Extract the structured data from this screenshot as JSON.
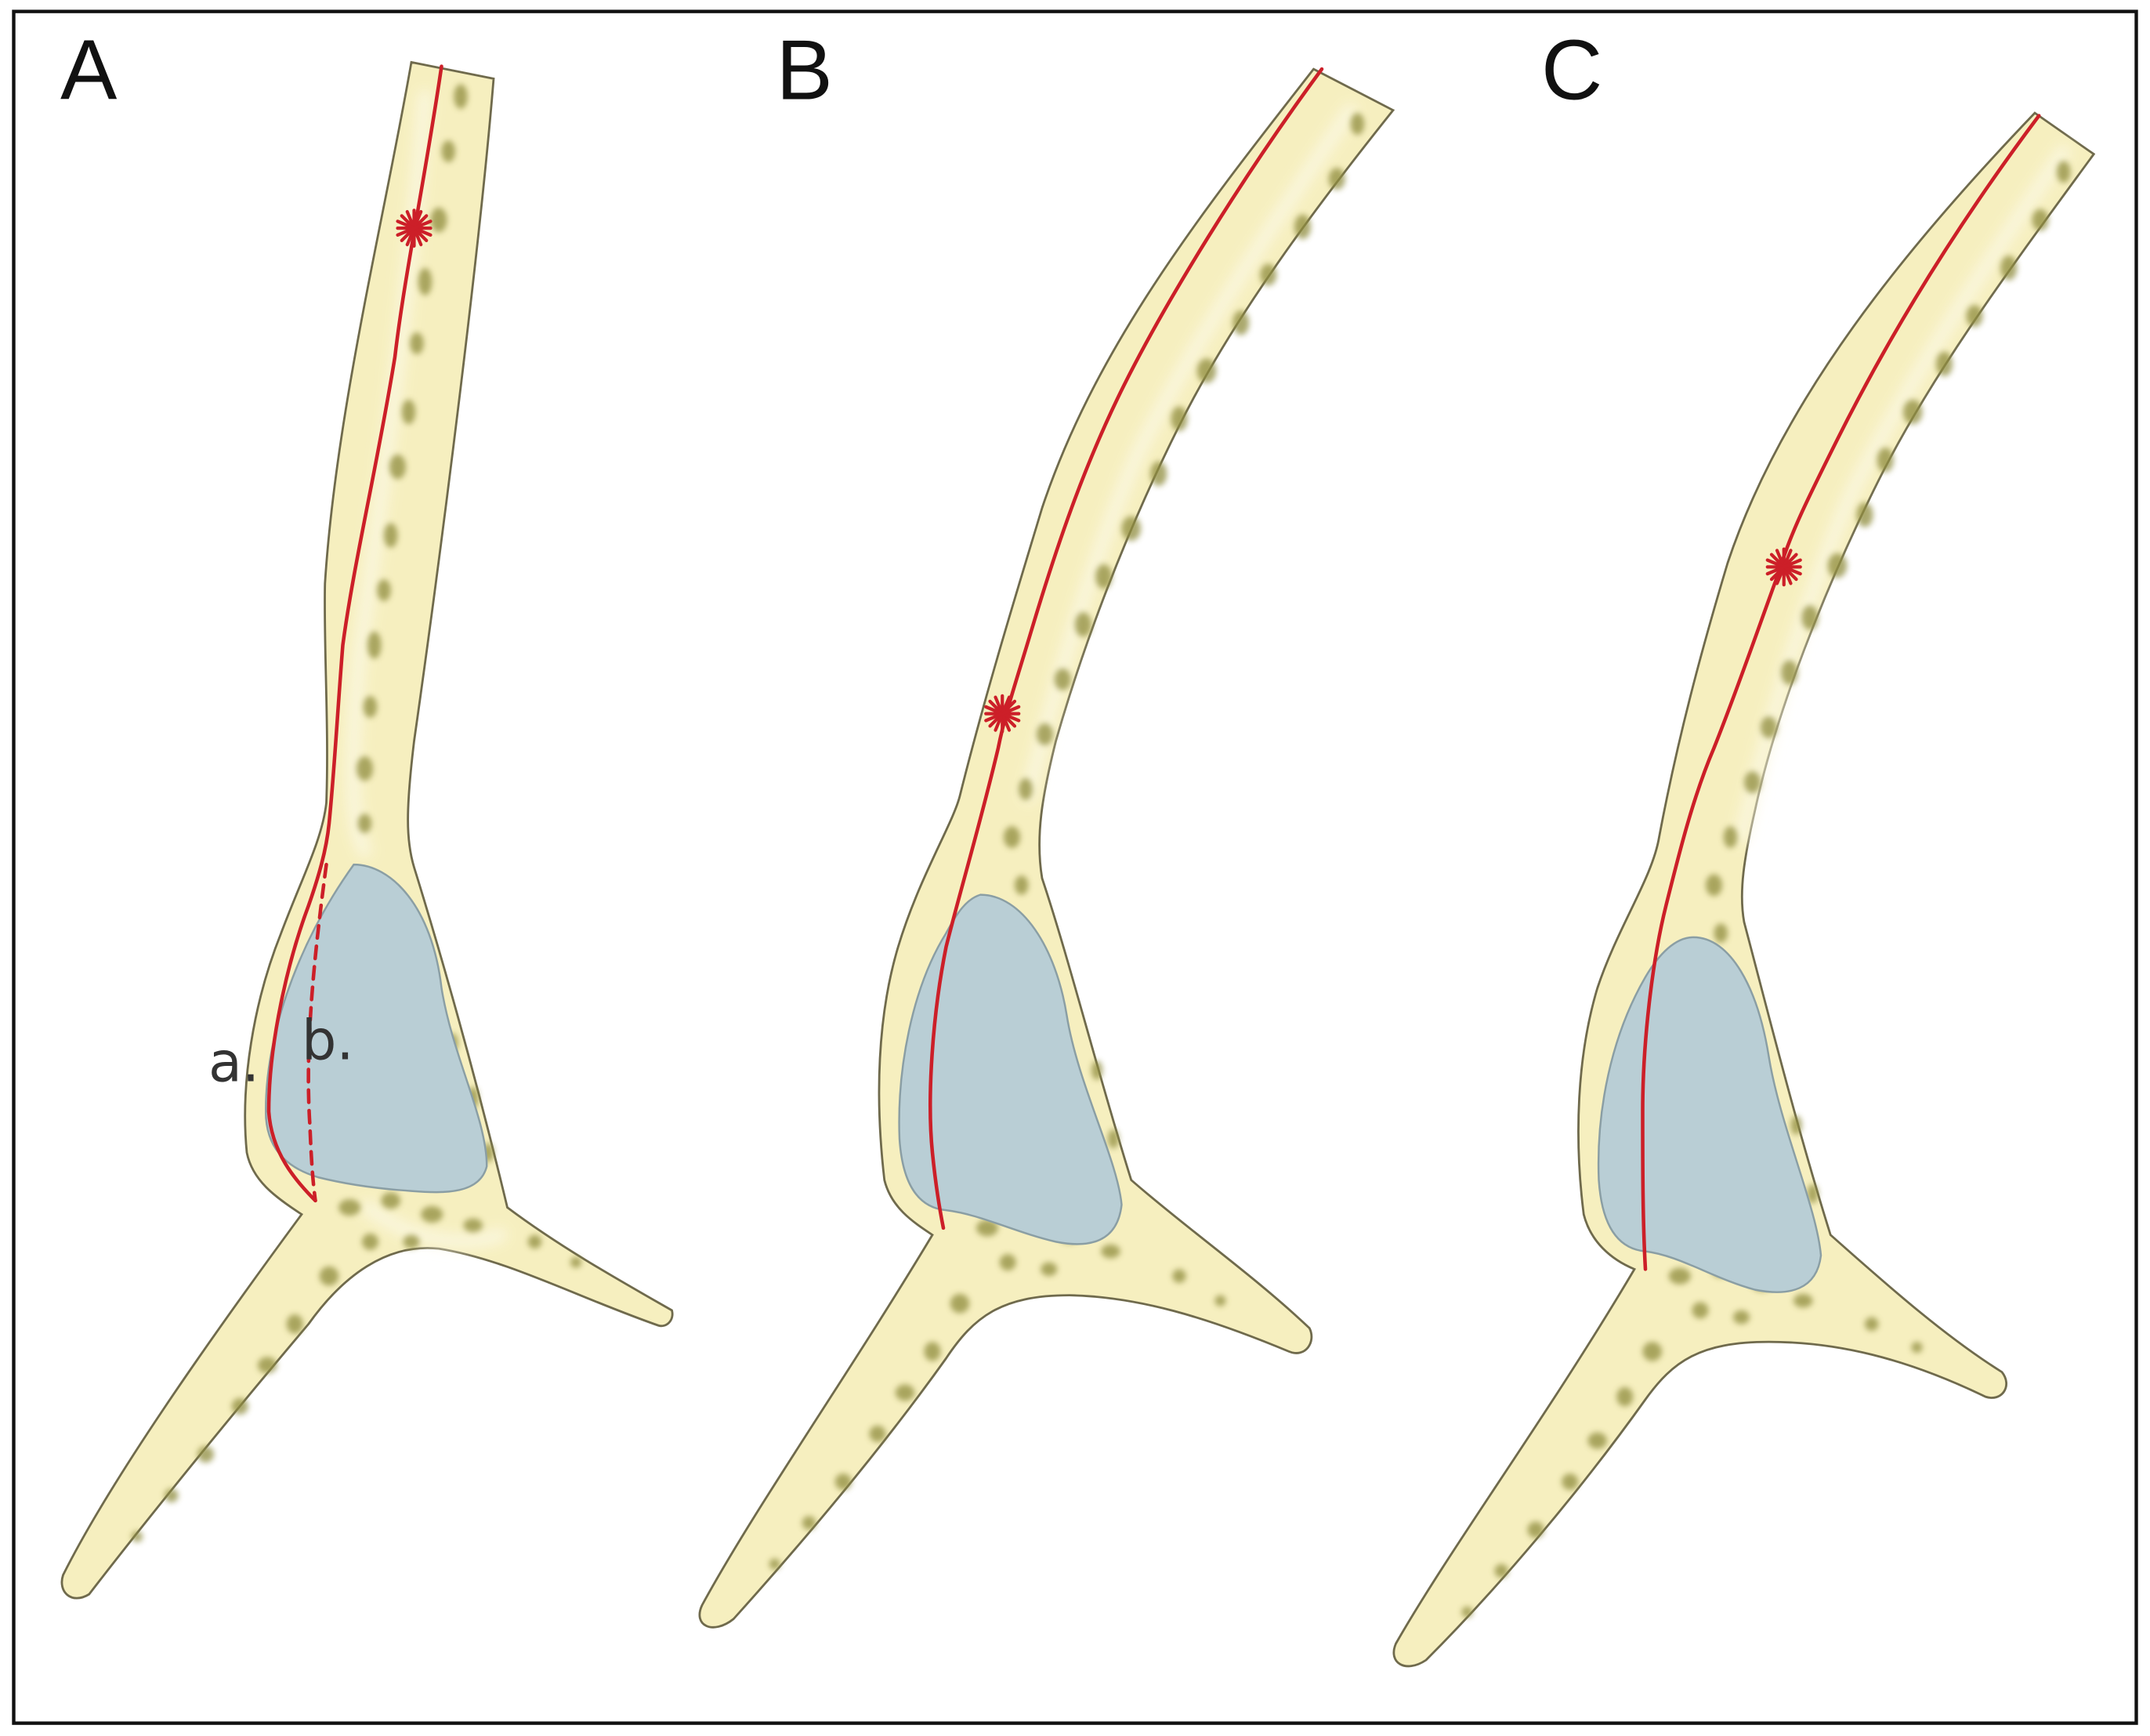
{
  "colors": {
    "bone_fill": "#f6efbf",
    "bone_highlight": "#fbf8e2",
    "bone_outline": "#6f6a4c",
    "marrow_spot": "#8f8c3c",
    "sinus_fill": "#b9ced5",
    "sinus_outline": "#8a9ea4",
    "nerve": "#cc1f28",
    "frame": "#111111",
    "background": "#ffffff"
  },
  "panels": [
    {
      "letter": "A",
      "path_labels": [
        "a.",
        "b."
      ]
    },
    {
      "letter": "B"
    },
    {
      "letter": "C"
    }
  ]
}
